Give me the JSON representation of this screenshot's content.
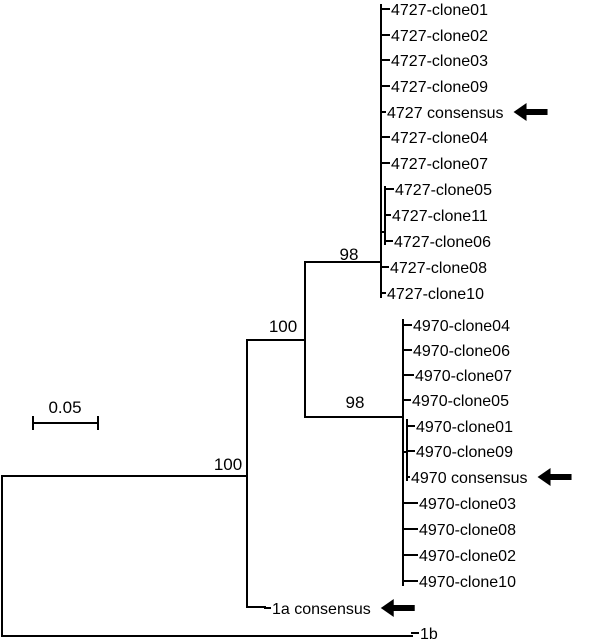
{
  "tree": {
    "scale_bar": {
      "label": "0.05"
    },
    "leaves": [
      {
        "id": "c4727_01",
        "label": "4727-clone01",
        "arrow": false
      },
      {
        "id": "c4727_02",
        "label": "4727-clone02",
        "arrow": false
      },
      {
        "id": "c4727_03",
        "label": "4727-clone03",
        "arrow": false
      },
      {
        "id": "c4727_09",
        "label": "4727-clone09",
        "arrow": false
      },
      {
        "id": "c4727_cons",
        "label": "4727 consensus",
        "arrow": true
      },
      {
        "id": "c4727_04",
        "label": "4727-clone04",
        "arrow": false
      },
      {
        "id": "c4727_07",
        "label": "4727-clone07",
        "arrow": false
      },
      {
        "id": "c4727_05",
        "label": "4727-clone05",
        "arrow": false
      },
      {
        "id": "c4727_11",
        "label": "4727-clone11",
        "arrow": false
      },
      {
        "id": "c4727_06",
        "label": "4727-clone06",
        "arrow": false
      },
      {
        "id": "c4727_08",
        "label": "4727-clone08",
        "arrow": false
      },
      {
        "id": "c4727_10",
        "label": "4727-clone10",
        "arrow": false
      },
      {
        "id": "c4970_04",
        "label": "4970-clone04",
        "arrow": false
      },
      {
        "id": "c4970_06",
        "label": "4970-clone06",
        "arrow": false
      },
      {
        "id": "c4970_07",
        "label": "4970-clone07",
        "arrow": false
      },
      {
        "id": "c4970_05",
        "label": "4970-clone05",
        "arrow": false
      },
      {
        "id": "c4970_01",
        "label": "4970-clone01",
        "arrow": false
      },
      {
        "id": "c4970_09",
        "label": "4970-clone09",
        "arrow": false
      },
      {
        "id": "c4970_cons",
        "label": "4970 consensus",
        "arrow": true
      },
      {
        "id": "c4970_03",
        "label": "4970-clone03",
        "arrow": false
      },
      {
        "id": "c4970_08",
        "label": "4970-clone08",
        "arrow": false
      },
      {
        "id": "c4970_02",
        "label": "4970-clone02",
        "arrow": false
      },
      {
        "id": "c4970_10",
        "label": "4970-clone10",
        "arrow": false
      },
      {
        "id": "c1a",
        "label": "1a consensus",
        "arrow": true
      },
      {
        "id": "c1b",
        "label": "1b",
        "arrow": false
      }
    ],
    "support_values": {
      "root_ingroup": "100",
      "clade_4727_4970": "100",
      "clade_4727": "98",
      "clade_4970": "98"
    }
  }
}
